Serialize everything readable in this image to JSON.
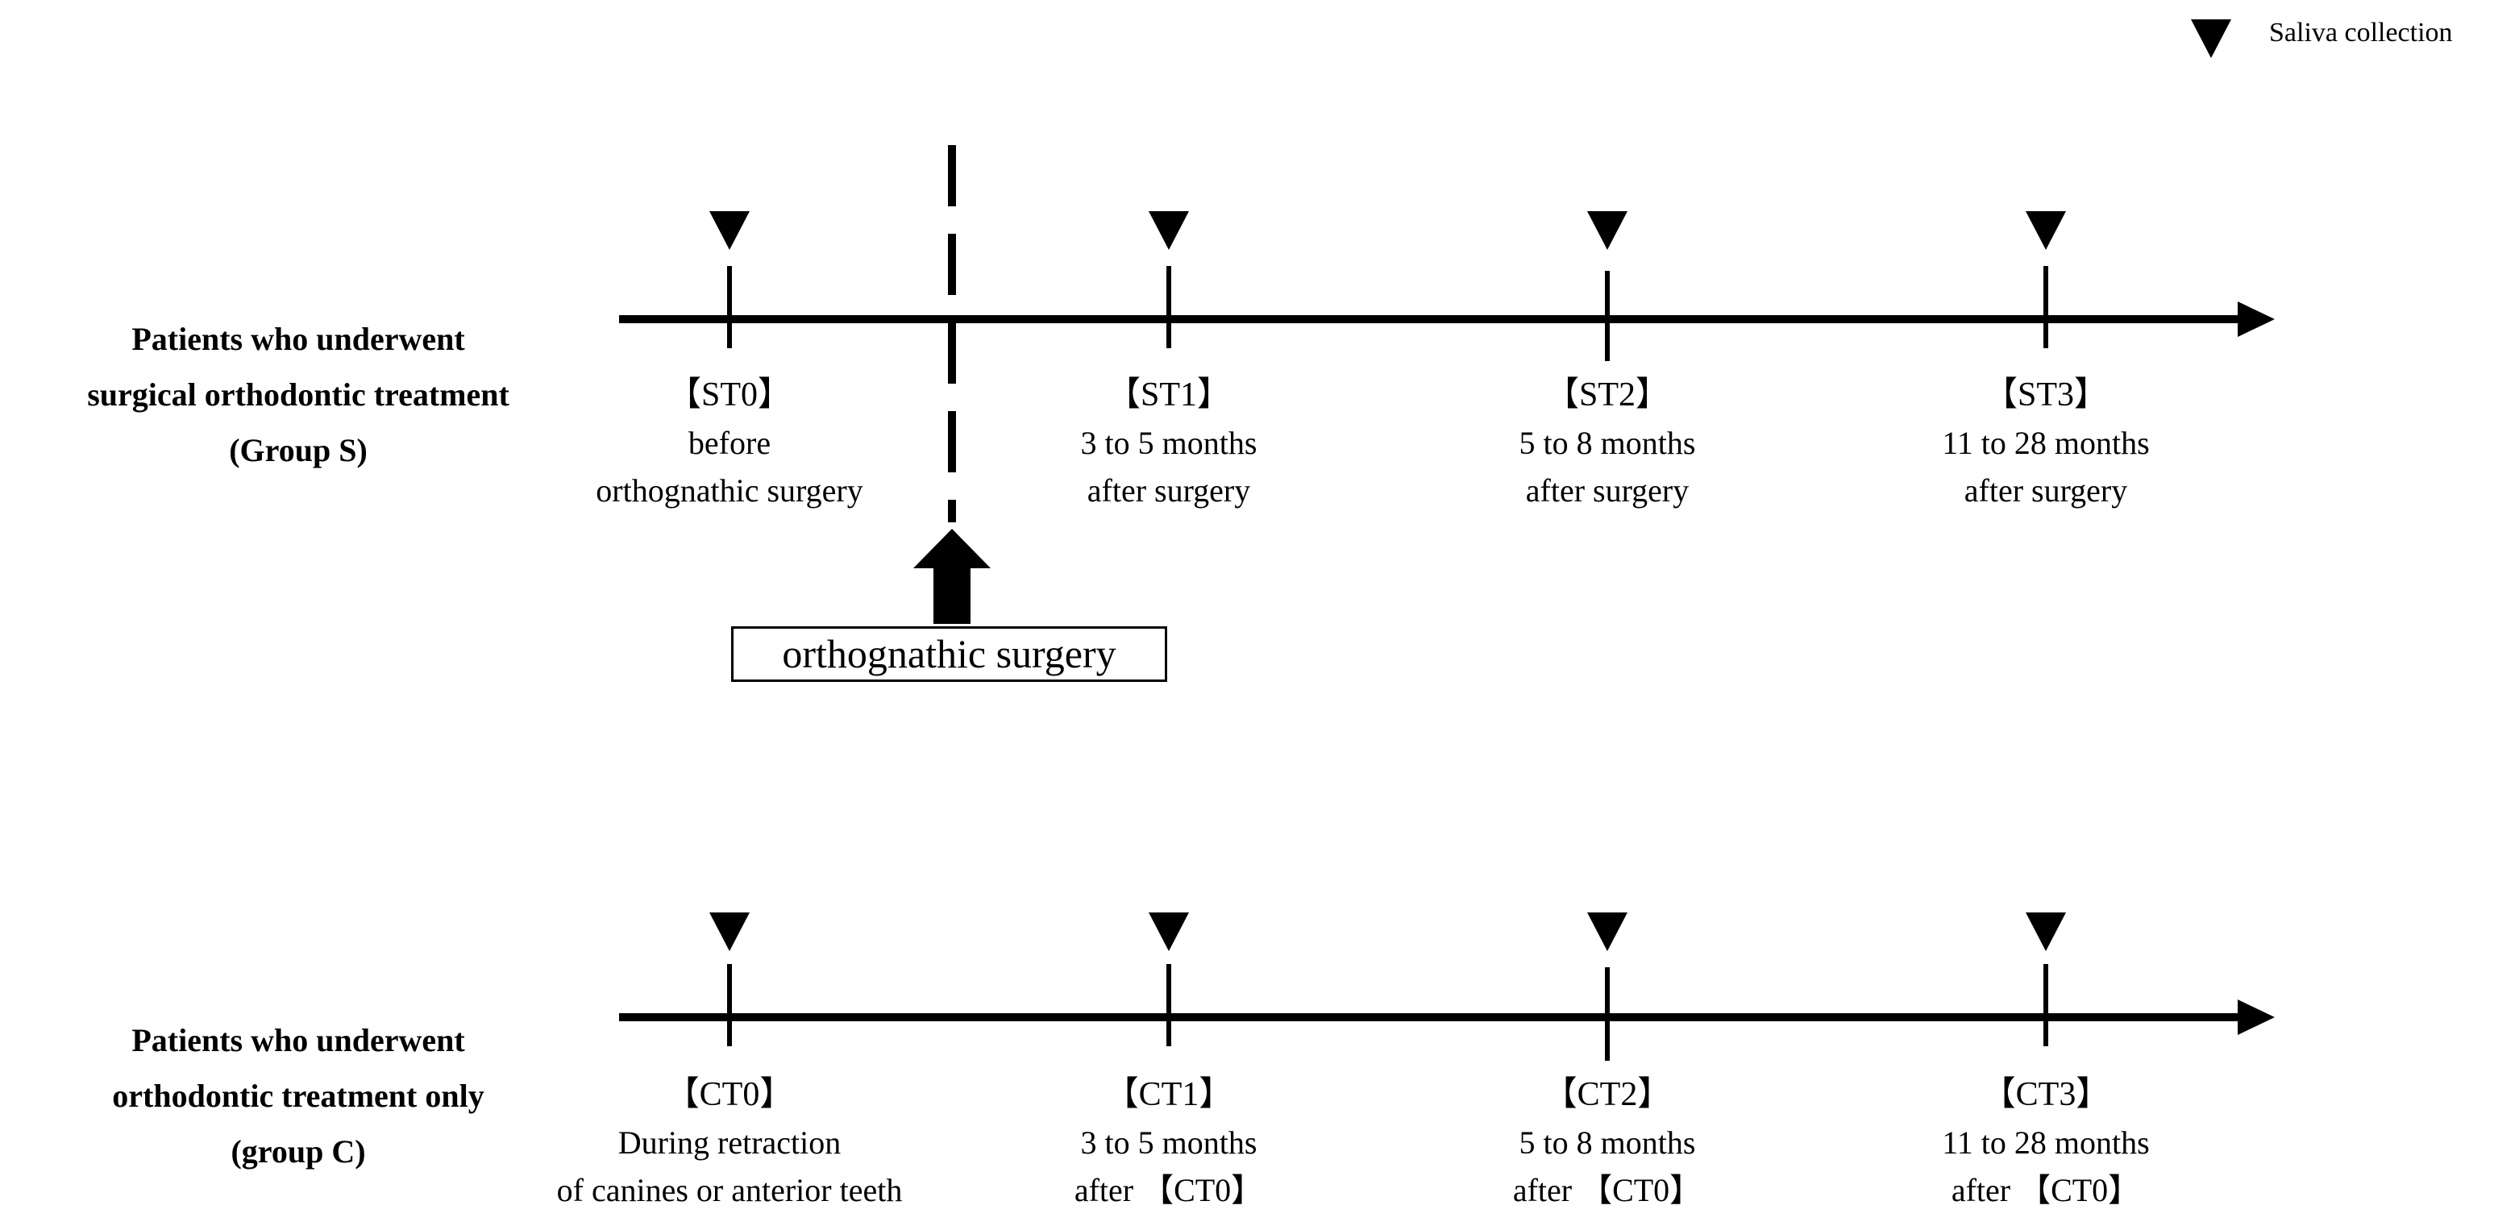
{
  "legend": {
    "icon": "down-triangle-icon",
    "label": "Saliva collection"
  },
  "group_s": {
    "label_lines": [
      "Patients who underwent",
      "surgical orthodontic treatment",
      "(Group S)"
    ],
    "timepoints": [
      {
        "code": "【ST0】",
        "line1": "before",
        "line2": "orthognathic surgery"
      },
      {
        "code": "【ST1】",
        "line1": "3 to 5 months",
        "line2": "after surgery"
      },
      {
        "code": "【ST2】",
        "line1": "5 to 8 months",
        "line2": "after surgery"
      },
      {
        "code": "【ST3】",
        "line1": "11 to 28 months",
        "line2": "after surgery"
      }
    ],
    "surgery_label": "orthognathic surgery"
  },
  "group_c": {
    "label_lines": [
      "Patients who underwent",
      "orthodontic treatment only",
      "(group C)"
    ],
    "timepoints": [
      {
        "code": "【CT0】",
        "line1": "During retraction",
        "line2": "of canines or anterior teeth"
      },
      {
        "code": "【CT1】",
        "line1": "3 to 5 months",
        "line2": "after 【CT0】"
      },
      {
        "code": "【CT2】",
        "line1": "5 to 8 months",
        "line2": "after 【CT0】"
      },
      {
        "code": "【CT3】",
        "line1": "11 to 28 months",
        "line2": "after 【CT0】"
      }
    ]
  }
}
